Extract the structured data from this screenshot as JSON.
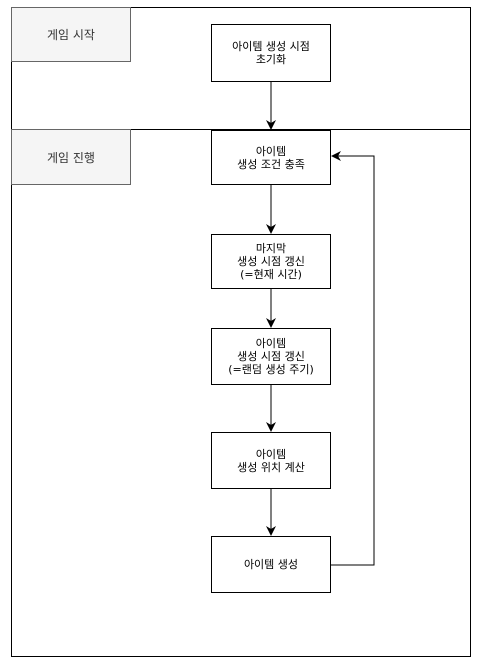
{
  "lanes": [
    {
      "label": "게임 시작"
    },
    {
      "label": "게임 진행"
    }
  ],
  "nodes": [
    {
      "label": "아이템 생성 시점\n초기화"
    },
    {
      "label": "아이템\n생성 조건 충족"
    },
    {
      "label": "마지막\n생성 시점 갱신\n(=현재 시간)"
    },
    {
      "label": "아이템\n생성 시점 갱신\n(=랜덤 생성 주기)"
    },
    {
      "label": "아이템\n생성 위치 계산"
    },
    {
      "label": "아이템 생성"
    }
  ],
  "edges": [
    {
      "from": "아이템 생성 시점\n초기화",
      "to": "아이템\n생성 조건 충족"
    },
    {
      "from": "아이템\n생성 조건 충족",
      "to": "마지막\n생성 시점 갱신\n(=현재 시간)"
    },
    {
      "from": "마지막\n생성 시점 갱신\n(=현재 시간)",
      "to": "아이템\n생성 시점 갱신\n(=랜덤 생성 주기)"
    },
    {
      "from": "아이템\n생성 시점 갱신\n(=랜덤 생성 주기)",
      "to": "아이템\n생성 위치 계산"
    },
    {
      "from": "아이템\n생성 위치 계산",
      "to": "아이템 생성"
    },
    {
      "from": "아이템 생성",
      "to": "아이템\n생성 조건 충족"
    }
  ],
  "colors": {
    "line": "#000000",
    "label_fill": "#f5f5f5",
    "label_border": "#666666"
  }
}
